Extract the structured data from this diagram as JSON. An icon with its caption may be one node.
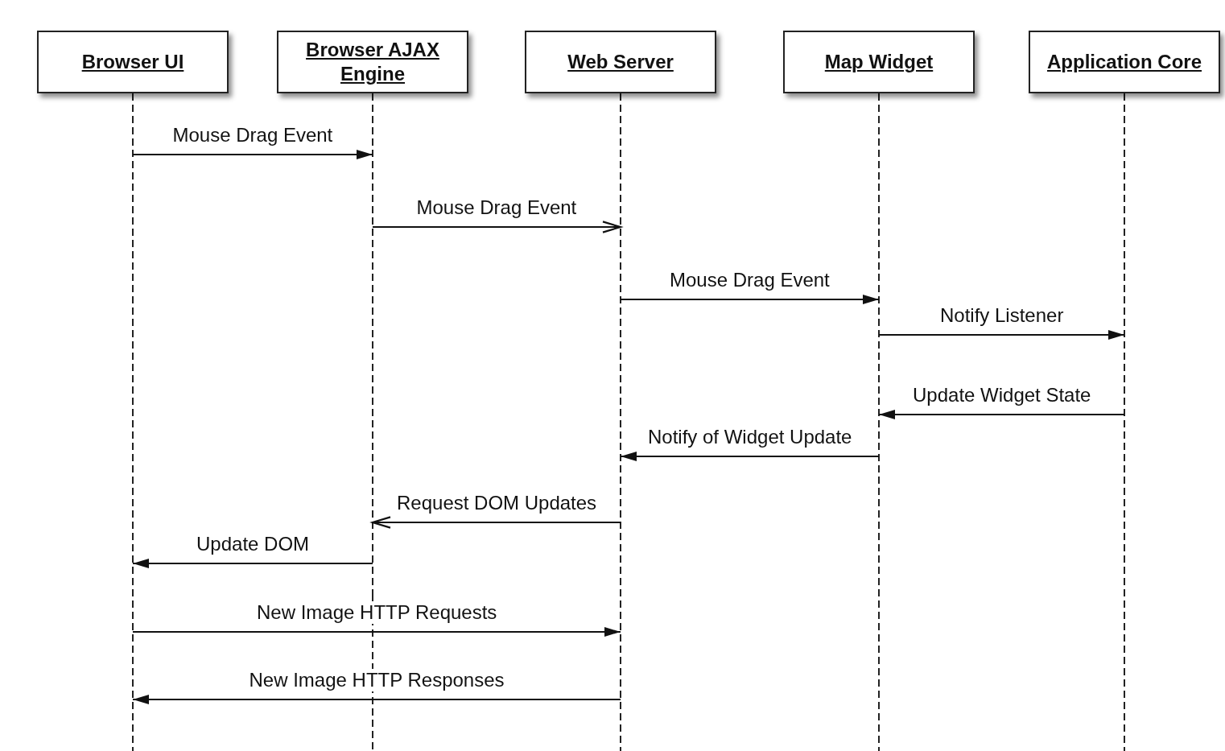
{
  "diagram": {
    "nodes": [
      {
        "text": [
          "Browser UI"
        ]
      },
      {
        "text": [
          "Browser AJAX Engine"
        ]
      },
      {
        "text": [
          "Web Server"
        ]
      },
      {
        "text": [
          "Map Widget"
        ]
      },
      {
        "text": [
          "Application Core"
        ]
      }
    ],
    "edges": [
      {
        "from": 0,
        "to": 1,
        "arrow": "to",
        "label": "Mouse Drag Event"
      },
      {
        "from": 1,
        "to": 2,
        "arrow": "to",
        "label": "Mouse Drag Event"
      },
      {
        "from": 2,
        "to": 3,
        "arrow": "to",
        "label": "Mouse Drag Event"
      },
      {
        "from": 3,
        "to": 4,
        "arrow": "to",
        "label": "Notify Listener"
      },
      {
        "from": 4,
        "to": 3,
        "arrow": "to",
        "label": "Update Widget State"
      },
      {
        "from": 3,
        "to": 2,
        "arrow": "to",
        "label": "Notify of Widget Update"
      },
      {
        "from": 2,
        "to": 1,
        "arrow": "to",
        "label": "Request DOM Updates"
      },
      {
        "from": 1,
        "to": 0,
        "arrow": "to",
        "label": "Update DOM"
      },
      {
        "from": 0,
        "to": 2,
        "arrow": "to",
        "label": "New Image HTTP Requests"
      },
      {
        "from": 2,
        "to": 0,
        "arrow": "to",
        "label": "New Image HTTP Responses"
      }
    ]
  }
}
